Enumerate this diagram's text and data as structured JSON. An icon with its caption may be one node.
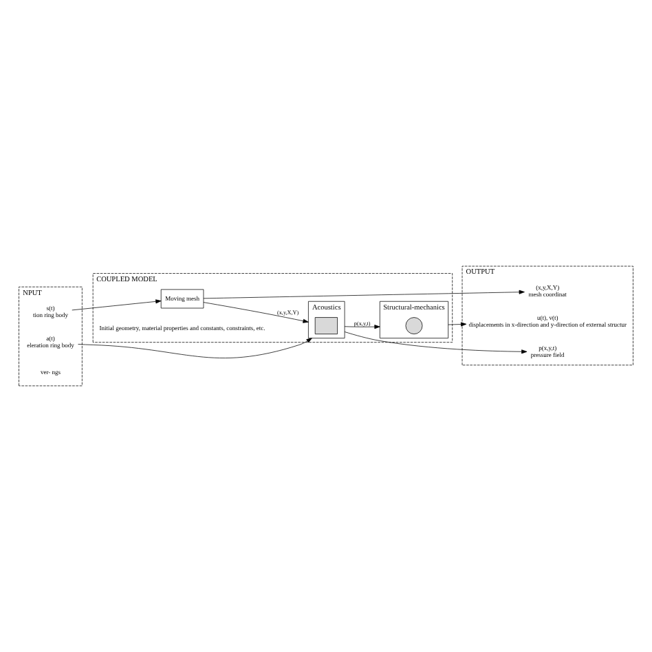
{
  "diagram": {
    "nodes": [
      {
        "text": [
          "NPUT"
        ]
      },
      {
        "text": [
          "s(t)",
          "tion ring body"
        ],
        "in": 0
      },
      {
        "text": [
          "a(t)",
          "eleration ring body"
        ],
        "in": 0
      },
      {
        "text": [
          "COUPLED MODEL"
        ]
      },
      {
        "text": [
          "Moving mesh"
        ],
        "in": 3
      },
      {
        "text": [
          "Acoustics"
        ],
        "in": 3
      },
      {
        "text": [],
        "shape": "box",
        "in": 5
      },
      {
        "text": [
          "Structural-mechanics"
        ],
        "in": 3
      },
      {
        "text": [],
        "shape": "circle",
        "in": 7
      },
      {
        "text": [
          "OUTPUT"
        ]
      },
      {
        "text": [
          "(x,y,X,Y)",
          "mesh coordinat"
        ],
        "in": 9
      },
      {
        "text": [
          "p(x,y,t)",
          "pressure field"
        ],
        "in": 9
      },
      {
        "text": [
          "u(t), v(t)",
          "displacements in x-direction and y-direction of external structur"
        ],
        "in": 9
      }
    ],
    "edges": [
      {
        "from": 1,
        "to": 4,
        "arrow": "to"
      },
      {
        "from": 2,
        "to": 5,
        "arrow": "to"
      },
      {
        "from": 4,
        "to": 10,
        "arrow": "to"
      },
      {
        "from": 4,
        "to": 5,
        "label": "(x,y,X,Y)",
        "arrow": "to"
      },
      {
        "from": 5,
        "to": 11,
        "arrow": "to"
      },
      {
        "from": 5,
        "to": 7,
        "label": "p(x,y,t)",
        "arrow": "to"
      },
      {
        "from": 7,
        "to": 12,
        "arrow": "to"
      }
    ],
    "labels": [
      "ver- ngs",
      "Initial geometry, material properties and constants, constraints, etc."
    ]
  }
}
